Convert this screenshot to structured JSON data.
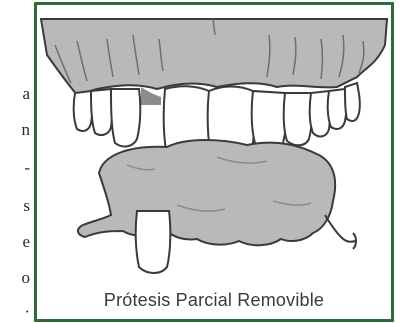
{
  "side_text": {
    "lines": [
      "a",
      "n",
      "-",
      "s",
      "e",
      "o",
      "·"
    ]
  },
  "figure": {
    "caption": "Prótesis Parcial Removible",
    "colors": {
      "frame": "#2f6b3a",
      "gum": "#b9b9b9",
      "gum_dark": "#8c8c8c",
      "outline": "#3a3a3a",
      "tooth": "#ffffff"
    },
    "parts": [
      "upper-arch-gums",
      "upper-teeth",
      "missing-tooth-gap",
      "removable-partial-denture",
      "denture-tooth",
      "metal-clasp"
    ]
  }
}
